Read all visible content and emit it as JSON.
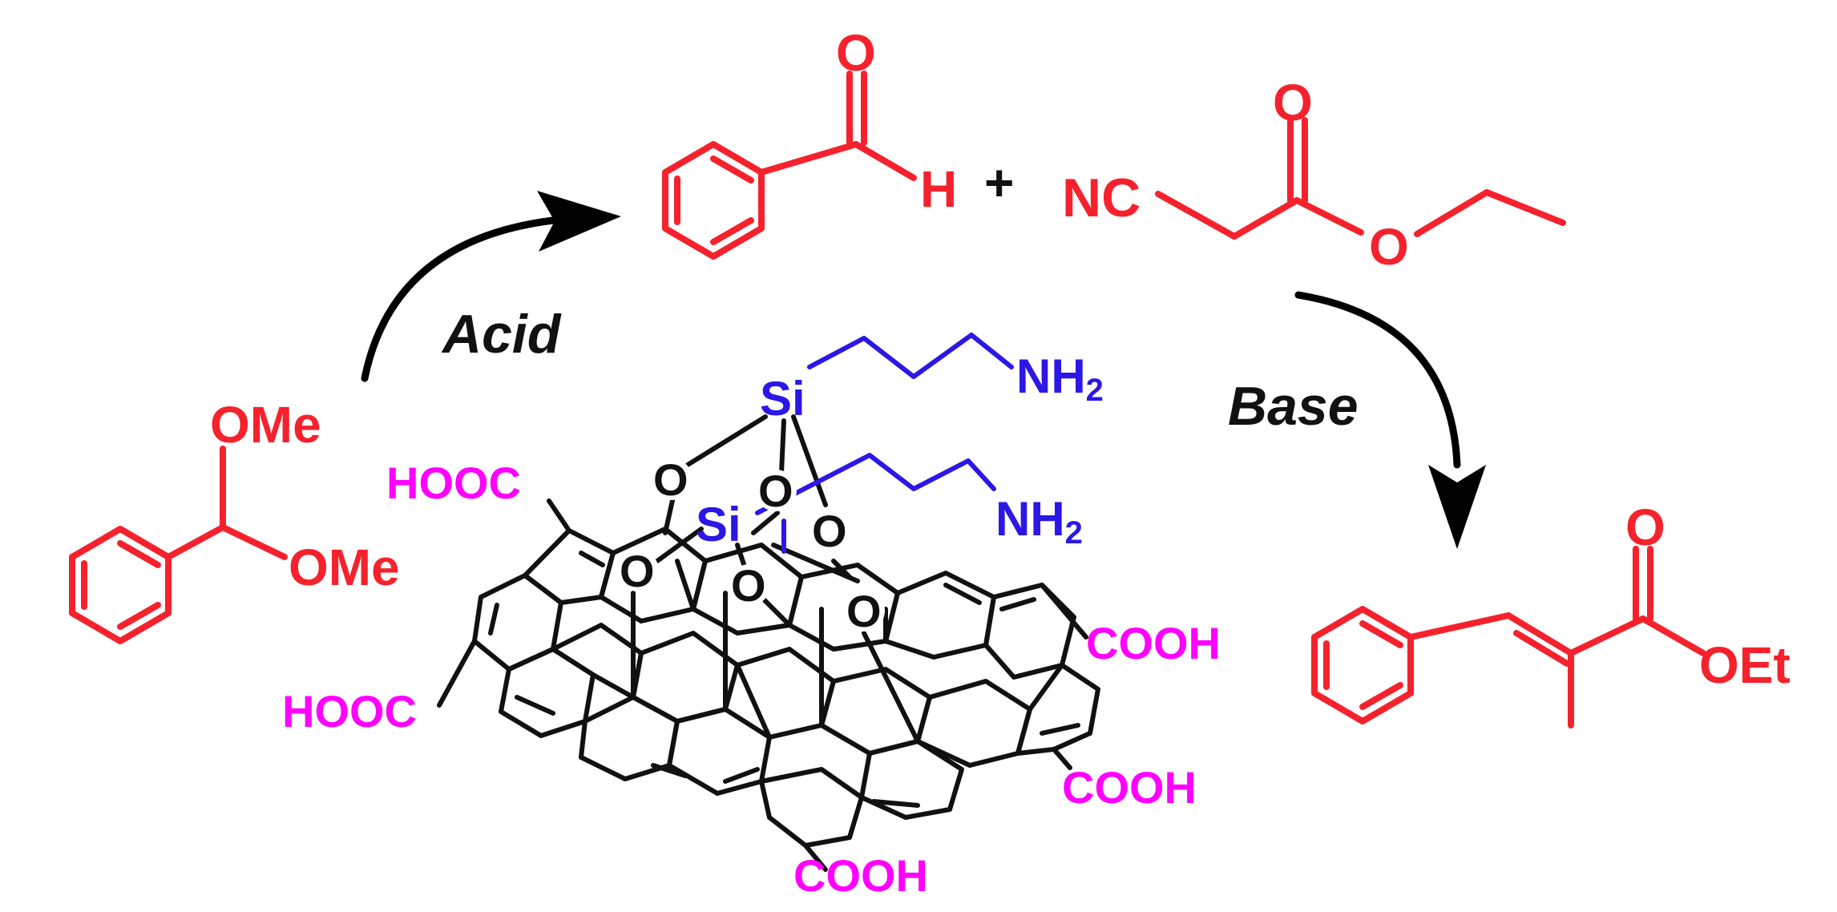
{
  "colors": {
    "reactant": "#f5222d",
    "catalyst_frame": "#111111",
    "amine": "#2b17e6",
    "carboxyl": "#ff00ff",
    "arrow": "#000000"
  },
  "labels": {
    "acid": "Acid",
    "base": "Base",
    "plus": "+",
    "acetal_ome_1": "OMe",
    "acetal_ome_2": "OMe",
    "aldehyde_o": "O",
    "aldehyde_h": "H",
    "cyano": "NC",
    "ester_carbonyl_o": "O",
    "ester_o": "O",
    "product_carbonyl_o": "O",
    "product_oet": "OEt",
    "si_1": "Si",
    "si_2": "Si",
    "nh2_1": "NH",
    "nh2_1_sub": "2",
    "nh2_2": "NH",
    "nh2_2_sub": "2",
    "o_1": "O",
    "o_2": "O",
    "o_3": "O",
    "o_4": "O",
    "o_5": "O",
    "o_6": "O",
    "o_7": "O",
    "cooh_top_left": "HOOC",
    "cooh_left": "HOOC",
    "cooh_right_top": "COOH",
    "cooh_right_bottom": "COOH",
    "cooh_bottom": "COOH"
  }
}
